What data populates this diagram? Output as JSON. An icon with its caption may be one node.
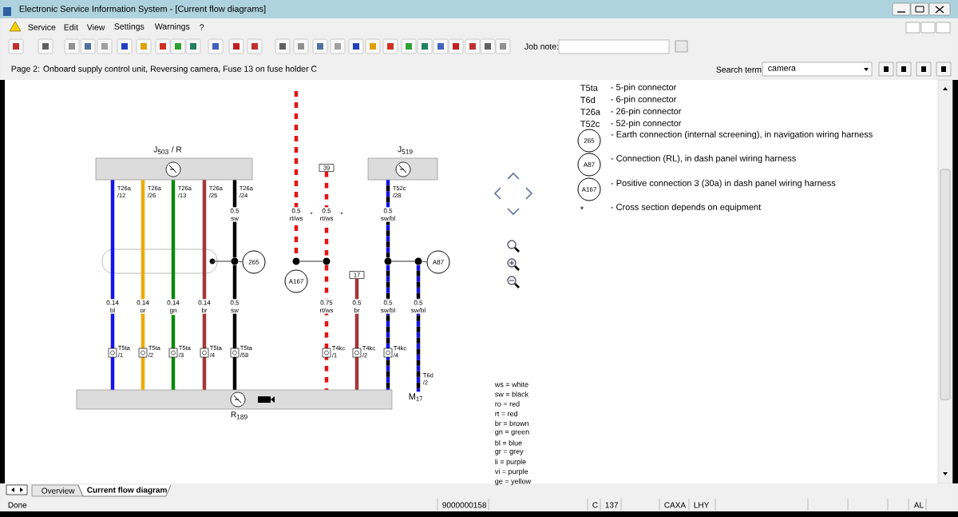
{
  "diagram": {
    "nodes": [
      {
        "text": [
          "J$_{503}$ / R"
        ]
      },
      {
        "text": [
          "J$_{519}$"
        ]
      },
      {
        "text": [
          "39"
        ]
      },
      {
        "text": [],
        "shape": "circle"
      },
      {
        "text": [
          "265"
        ]
      },
      {
        "text": [],
        "shape": "circle"
      },
      {
        "text": [],
        "shape": "circle"
      },
      {
        "text": [],
        "shape": "circle"
      },
      {
        "text": [],
        "shape": "circle"
      },
      {
        "text": [
          "A87"
        ]
      },
      {
        "text": [
          "A167"
        ]
      },
      {
        "text": [
          "17"
        ]
      },
      {
        "text": [
          "R$_{189}$"
        ]
      },
      {
        "text": [
          "M$_{17}$"
        ]
      },
      {
        "text": [
          "265"
        ],
        "beside": [
          "- Earth connection (internal screening), in navigation wiring harness"
        ]
      },
      {
        "text": [
          "A87"
        ],
        "beside": [
          "- Connection (RL), in dash panel wiring harness"
        ]
      },
      {
        "text": [
          "A167"
        ],
        "beside": [
          "- Positive connection 3 (30a) in dash panel wiring harness"
        ]
      }
    ],
    "edges": [
      {
        "from": 0,
        "to": 12,
        "arrow": "none",
        "color": "#1414e6"
      },
      {
        "from": 0,
        "to": 12,
        "arrow": "none",
        "color": "#f2a900"
      },
      {
        "from": 0,
        "to": 12,
        "arrow": "none",
        "color": "#0a8a0a"
      },
      {
        "from": 0,
        "to": 12,
        "arrow": "none",
        "color": "#a3373a"
      },
      {
        "from": 0,
        "to": 3,
        "arrow": "none",
        "color": "#000000"
      },
      {
        "from": 3,
        "to": 12,
        "arrow": "none",
        "color": "#000000"
      },
      {
        "from": 3,
        "to": 4,
        "arrow": "none",
        "color": "#505050"
      },
      {
        "from": null,
        "to": 5,
        "arrow": "none",
        "style": "dashed",
        "color": "#e21414"
      },
      {
        "from": 2,
        "to": 6,
        "arrow": "none",
        "style": "dashed",
        "color": "#e21414"
      },
      {
        "from": 6,
        "to": 12,
        "arrow": "none",
        "style": "dashed",
        "color": "#e21414"
      },
      {
        "from": 5,
        "to": 6,
        "arrow": "none",
        "color": "#505050"
      },
      {
        "from": 11,
        "to": 12,
        "arrow": "none",
        "color": "#a3373a"
      },
      {
        "from": 1,
        "to": 7,
        "arrow": "none",
        "style": "dashed",
        "color": "#1414e6"
      },
      {
        "from": 7,
        "to": 12,
        "arrow": "none",
        "style": "dashed",
        "color": "#1414e6"
      },
      {
        "from": 7,
        "to": 8,
        "arrow": "none",
        "color": "#505050"
      },
      {
        "from": 8,
        "to": 9,
        "arrow": "none",
        "color": "#505050"
      },
      {
        "from": 8,
        "to": 13,
        "arrow": "none",
        "style": "dashed",
        "color": "#1414e6"
      }
    ],
    "labels": [
      "Electronic Service Information System - [Current flow diagrams]",
      "Service",
      "Edit",
      "View",
      "Settings",
      "Warnings",
      "?",
      "Job note:",
      "Page 2: Onboard supply control unit, Reversing camera, Fuse 13 on fuse holder C",
      "Search term:",
      "camera",
      "T26a /12",
      "T26a /26",
      "T26a /13",
      "T26a /25",
      "T26a /24",
      "T52c /28",
      "0.5 sw",
      "0.5 rt/ws",
      "*",
      "0.5 rt/ws",
      "*",
      "0.5 sw/bl",
      "0.14 bl",
      "0.14 or",
      "0.14 gn",
      "0.14 br",
      "0.5 sw",
      "0.75 rt/ws",
      "0.5 br",
      "0.5 sw/bl",
      "0.5 sw/bl",
      "T5ta /1",
      "T5ta /2",
      "T5ta /3",
      "T5ta /4",
      "T5ta /58",
      "T4kc /1",
      "T4kc /2",
      "T4kc /4",
      "T6d /2",
      "T5ta",
      "- 5-pin connector",
      "T6d",
      "- 6-pin connector",
      "T26a",
      "- 26-pin connector",
      "T52c",
      "- 52-pin connector",
      "*",
      "- Cross section depends on equipment",
      "ws = white",
      "sw = black",
      "ro = red",
      "rt = red",
      "br = brown",
      "gn = green",
      "bl = blue",
      "gr = grey",
      "li = purple",
      "vi = purple",
      "ge = yellow",
      "Overview",
      "Current flow diagram",
      "Done",
      "9000000158",
      "C",
      "137",
      "CAXA",
      "LHY",
      "AL"
    ]
  }
}
